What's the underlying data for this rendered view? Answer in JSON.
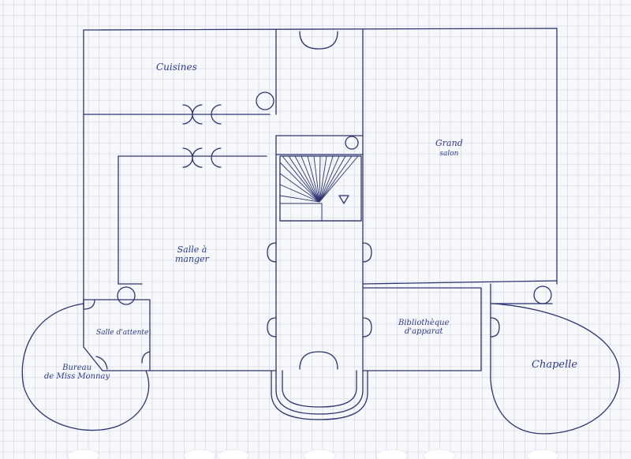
{
  "plan": {
    "ink_color": "#2c3570",
    "grid_color": "#c9d2e3",
    "paper_color": "#f7f8fb",
    "rooms": {
      "cuisines": "Cuisines",
      "grand_salon_1": "Grand",
      "grand_salon_2": "salon",
      "salle_a_manger_1": "Salle à",
      "salle_a_manger_2": "manger",
      "salle_d_attente": "Salle d'attente",
      "bureau_1": "Bureau",
      "bureau_2": "de Miss Monnay",
      "bibliotheque_1": "Bibliothèque",
      "bibliotheque_2": "d'apparat",
      "chapelle": "Chapelle"
    }
  }
}
